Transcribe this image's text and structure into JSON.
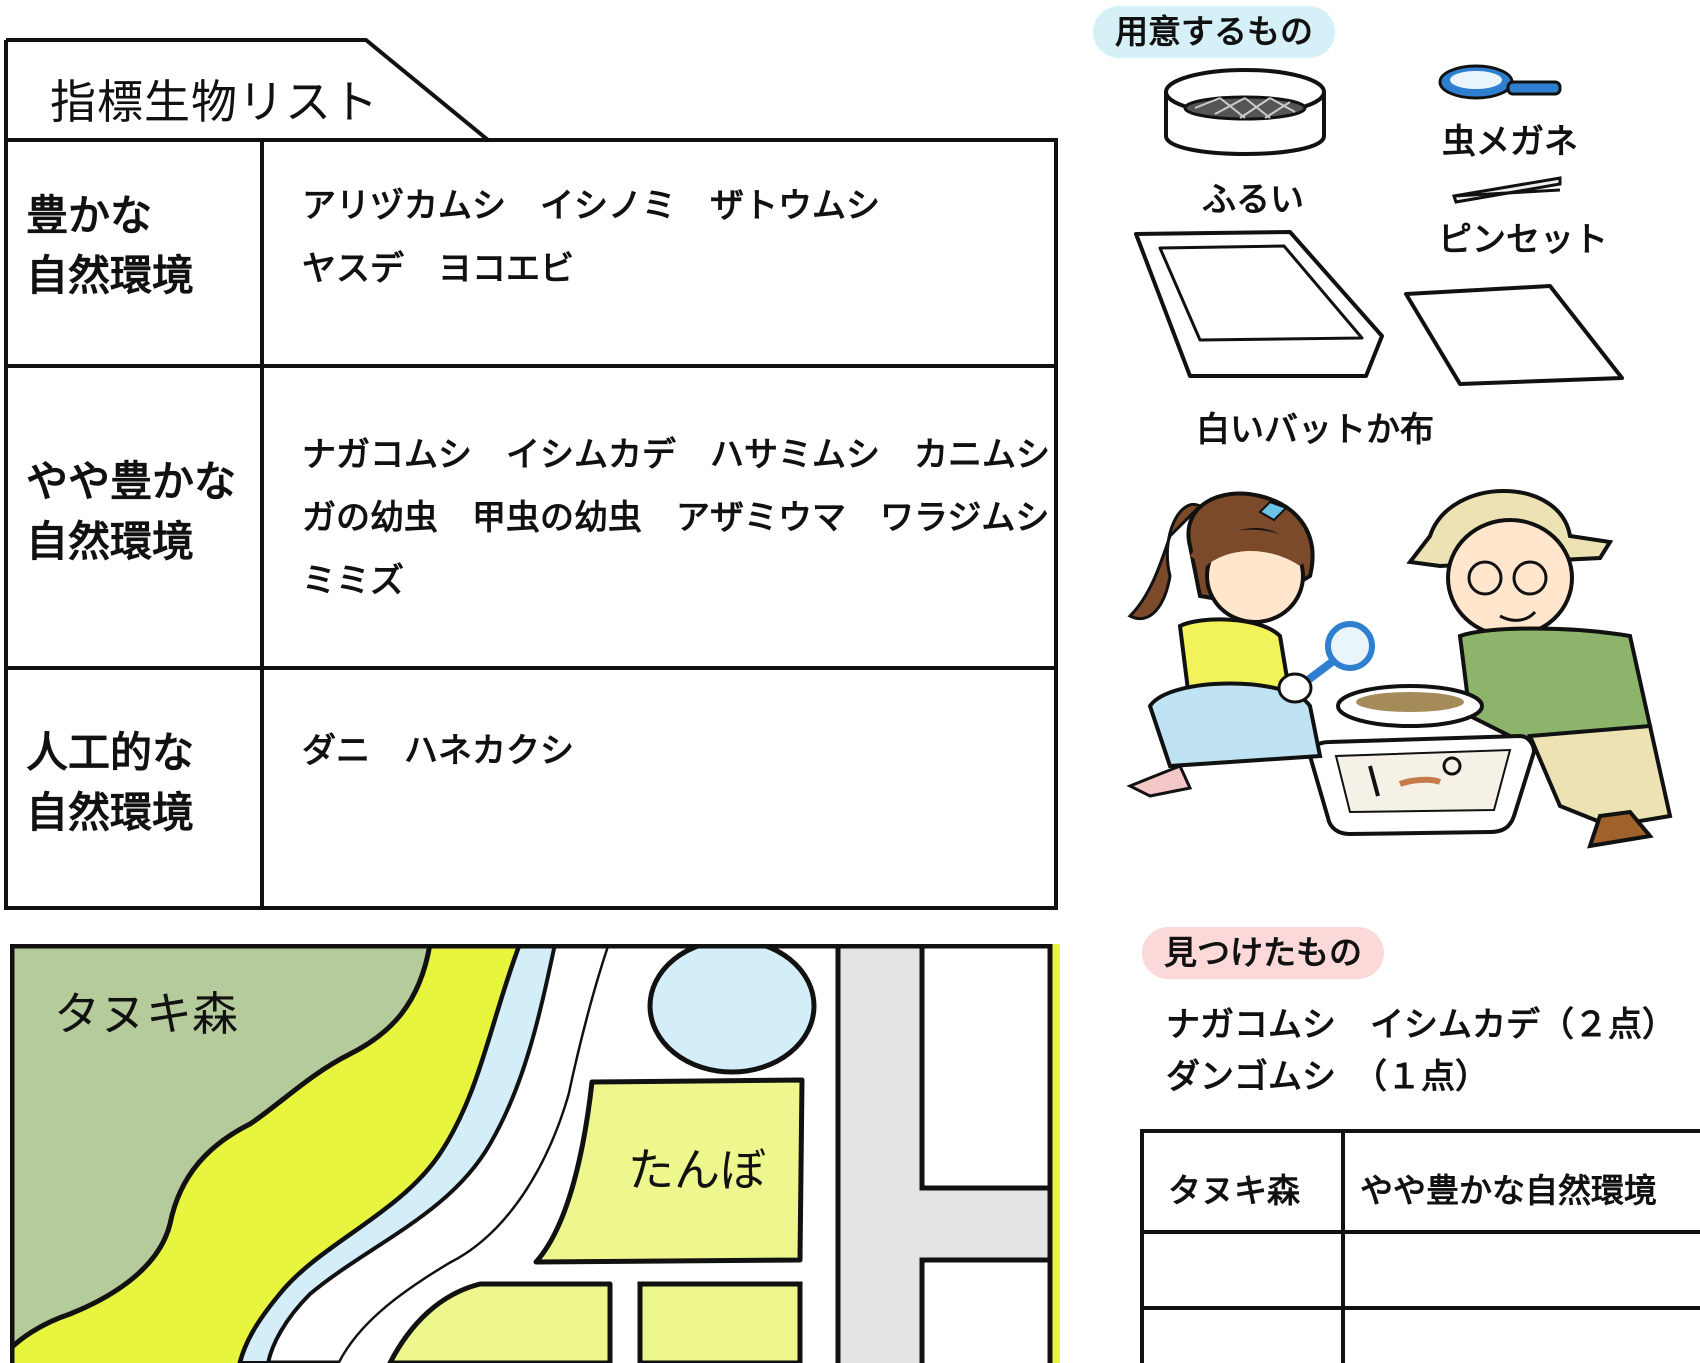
{
  "indicator_list": {
    "title": "指標生物リスト",
    "rows": [
      {
        "env_line1": "豊かな",
        "env_line2": "自然環境",
        "organisms": "アリヅカムシ　イシノミ　ザトウムシ\nヤスデ　ヨコエビ"
      },
      {
        "env_line1": "やや豊かな",
        "env_line2": "自然環境",
        "organisms": "ナガコムシ　イシムカデ　ハサミムシ　カニムシ\nガの幼虫　甲虫の幼虫　アザミウマ　ワラジムシ\nミミズ"
      },
      {
        "env_line1": "人工的な",
        "env_line2": "自然環境",
        "organisms": "ダニ　ハネカクシ"
      }
    ]
  },
  "supplies": {
    "heading": "用意するもの",
    "items": {
      "sieve": "ふるい",
      "magnifier": "虫メガネ",
      "tweezers": "ピンセット",
      "tray_cloth": "白いバットか布"
    }
  },
  "found": {
    "heading": "見つけたもの",
    "line1": "ナガコムシ　イシムカデ（２点）",
    "line2": "ダンゴムシ　（１点）"
  },
  "result_table": {
    "rows": [
      [
        "タヌキ森",
        "やや豊かな自然環境"
      ],
      [
        "",
        ""
      ],
      [
        "",
        ""
      ]
    ]
  },
  "map": {
    "forest_label": "タヌキ森",
    "paddy_label": "たんぼ"
  },
  "colors": {
    "forest": "#b5cb9b",
    "field": "#e8f53f",
    "paddy": "#eef78e",
    "water": "#d4eef9",
    "road": "#e3e3e3",
    "pill_blue": "#d6f0f8",
    "pill_pink": "#fbd9d9"
  }
}
